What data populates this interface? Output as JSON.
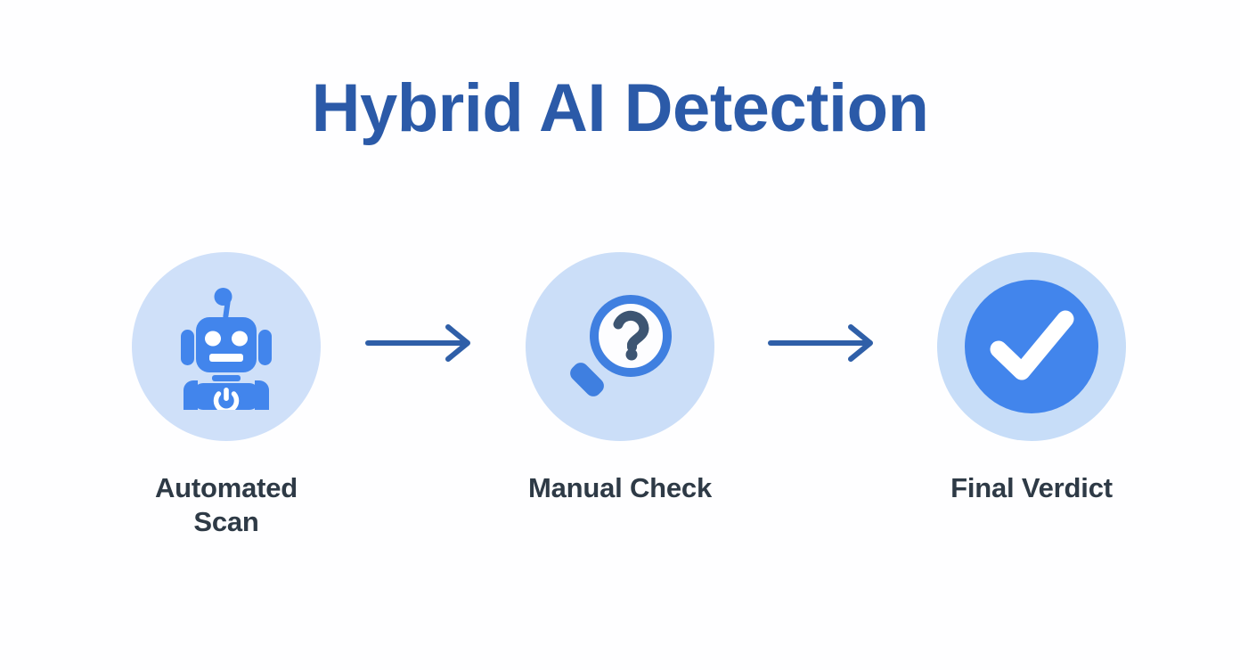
{
  "page": {
    "title": "Hybrid AI Detection",
    "background_color": "#fefeff",
    "title_color": "#2b5aa8",
    "label_color": "#2e3a46",
    "accent_blue": "#4285ec",
    "arrow_color": "#2f5fa8",
    "circle_bg": "#cfe0f9"
  },
  "steps": [
    {
      "id": "automated-scan",
      "label": "Automated\nScan",
      "label_line1": "Automated",
      "label_line2": "Scan",
      "icon": "robot-icon",
      "circle_color": "#cfe0f9",
      "icon_color": "#4285ec"
    },
    {
      "id": "manual-check",
      "label": "Manual Check",
      "label_line1": "Manual Check",
      "label_line2": "",
      "icon": "magnifier-question-icon",
      "circle_color": "#cbdef8",
      "icon_color": "#3f7fe0"
    },
    {
      "id": "final-verdict",
      "label": "Final Verdict",
      "label_line1": "Final Verdict",
      "label_line2": "",
      "icon": "check-circle-icon",
      "circle_color": "#c7ddf8",
      "icon_color": "#4285ec"
    }
  ],
  "arrows": [
    {
      "id": "arrow-step1-step2",
      "direction": "right",
      "color": "#2f5fa8"
    },
    {
      "id": "arrow-step2-step3",
      "direction": "right",
      "color": "#2f5fa8"
    }
  ]
}
